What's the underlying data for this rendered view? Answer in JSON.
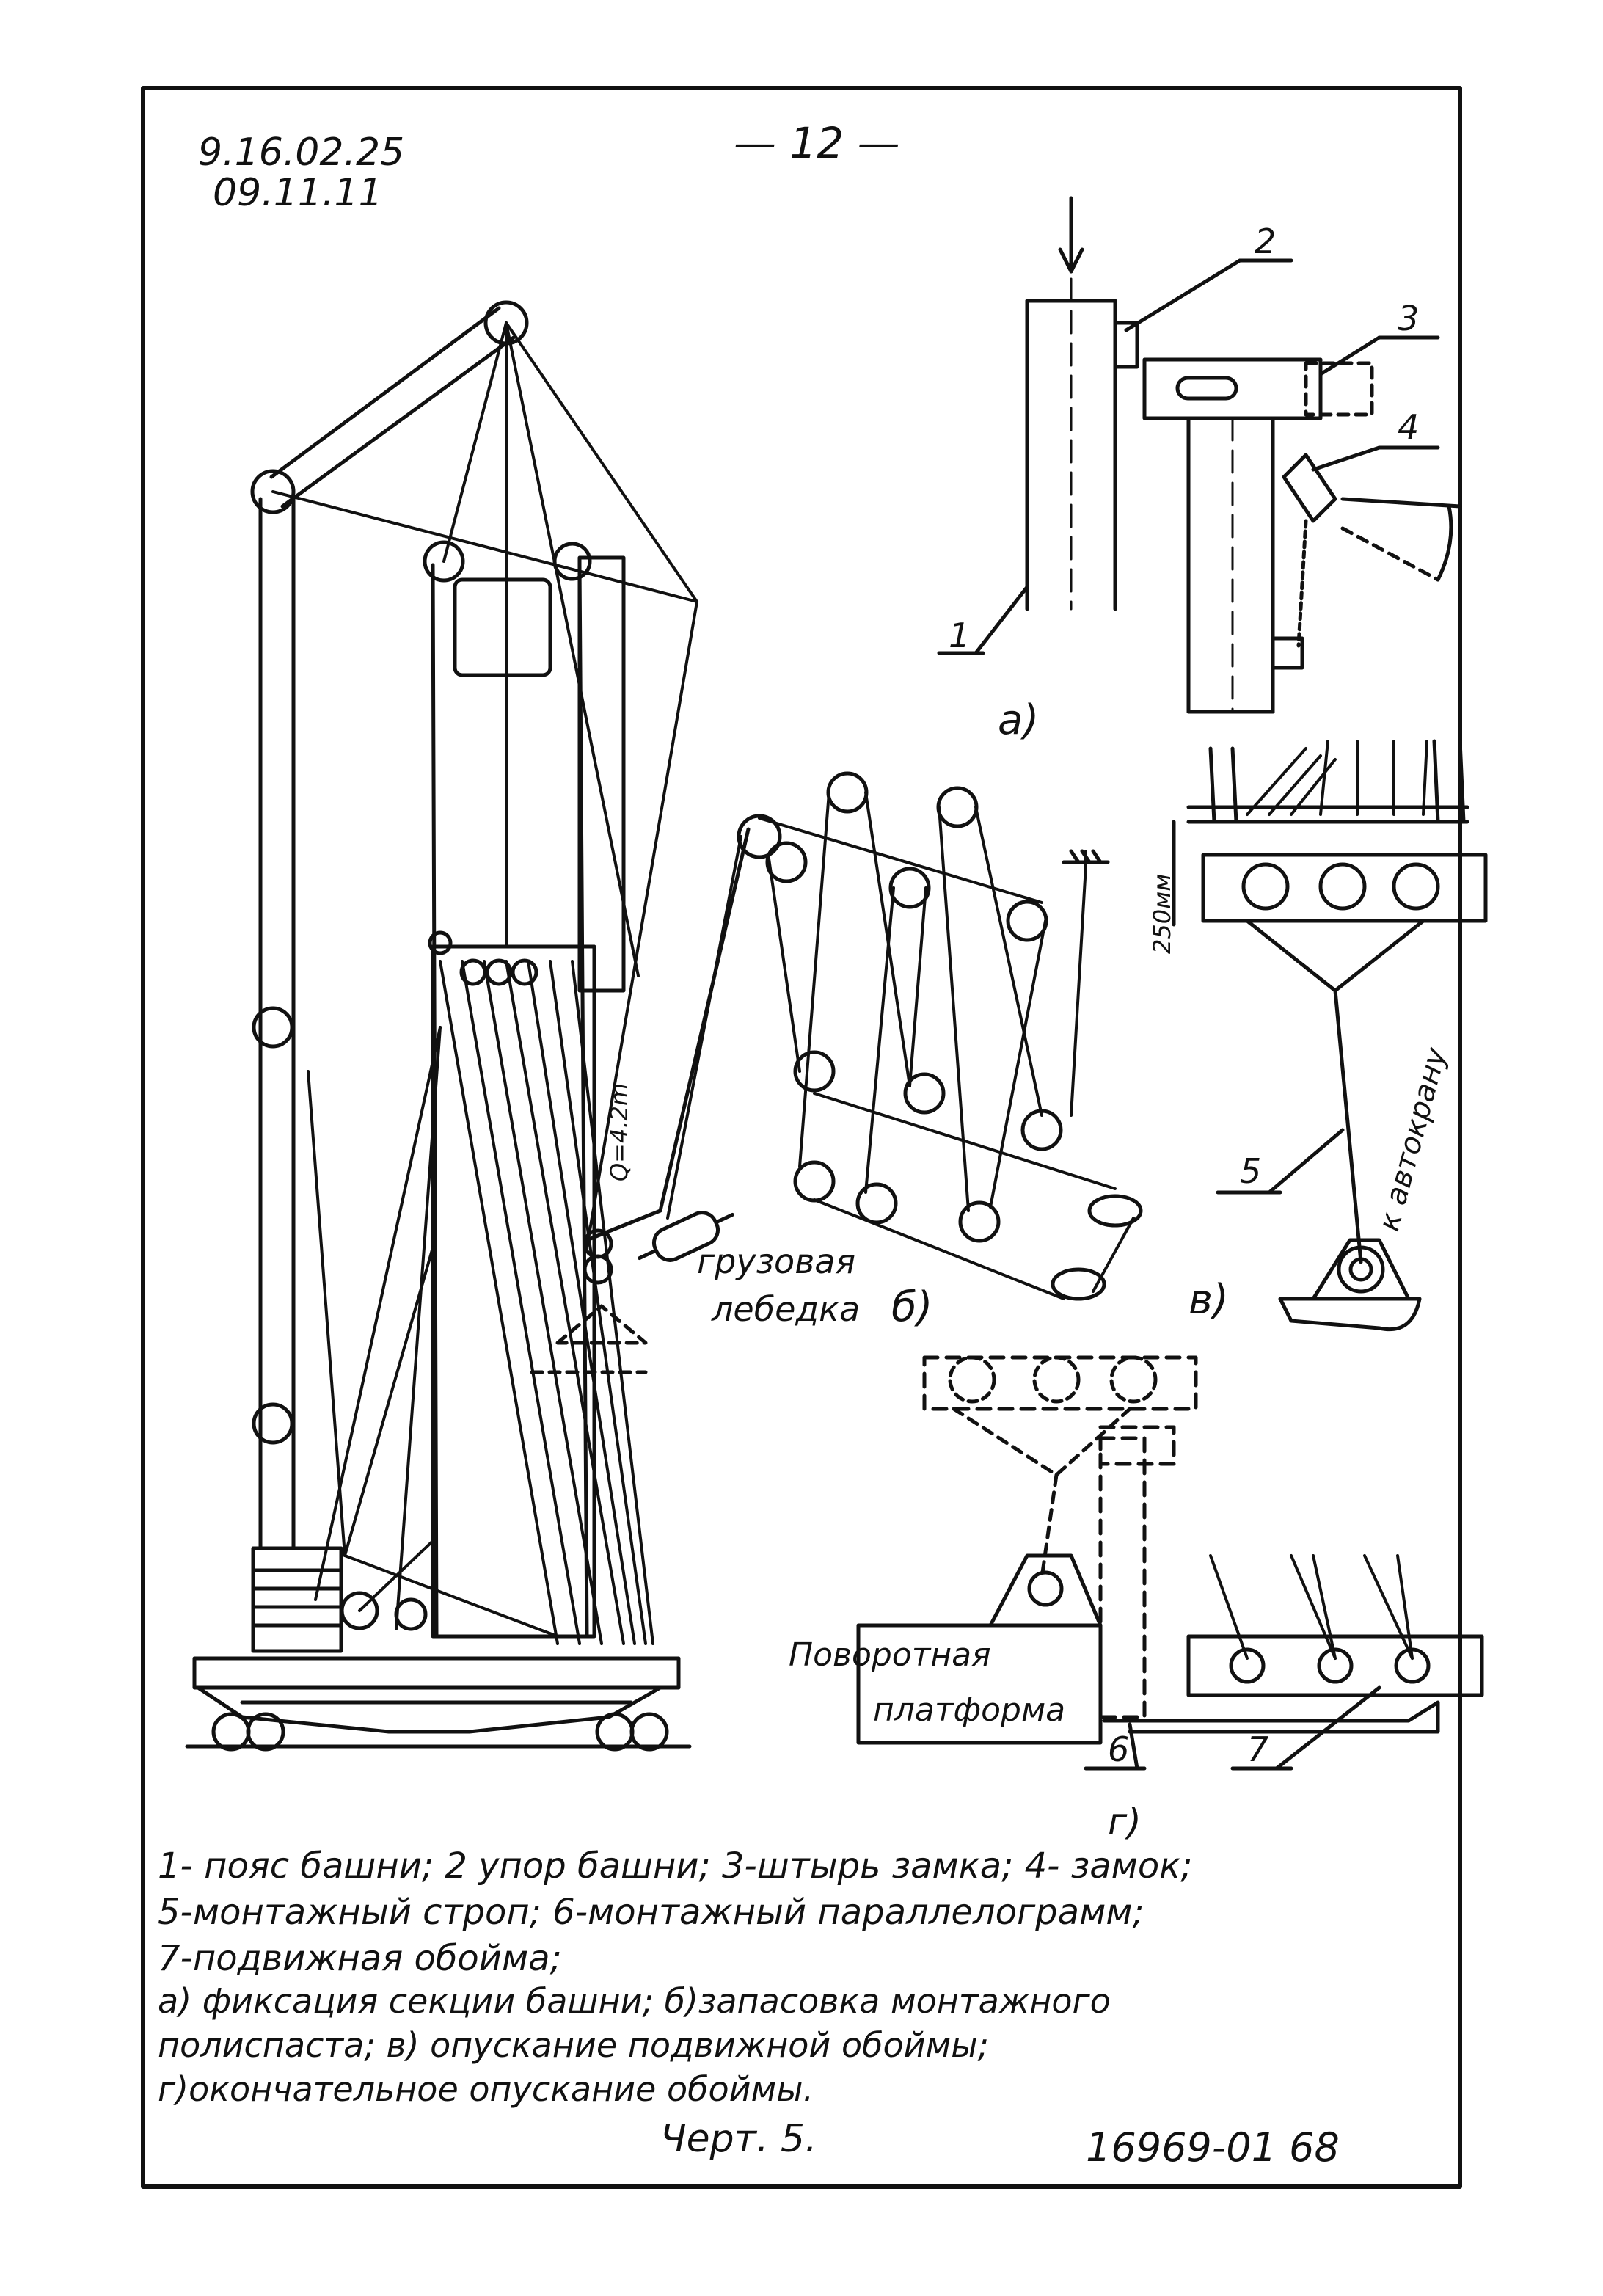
{
  "header": {
    "page_number": "— 12 —",
    "code_line1": "9.16.02.25",
    "code_line2": "09.11.11"
  },
  "labels": {
    "winch_line1": "грузовая",
    "winch_line2": "лебедка",
    "rope_dim": "Q=4.2m",
    "turn_platform_line1": "Поворотная",
    "turn_platform_line2": "платформа",
    "to_crane": "к автокрану",
    "dim_250": "250мм"
  },
  "callouts": {
    "n1": "1",
    "n2": "2",
    "n3": "3",
    "n4": "4",
    "n5": "5",
    "n6": "6",
    "n7": "7"
  },
  "subfigures": {
    "a": "а)",
    "b": "б)",
    "v": "в)",
    "g": "г)"
  },
  "legend": {
    "line1": "1- пояс башни; 2 упор башни; 3-штырь замка; 4- замок;",
    "line2": "5-монтажный строп; 6-монтажный параллелограмм;",
    "line3": "7-подвижная обойма;",
    "line4": "а) фиксация секции башни; б)запасовка монтажного",
    "line5": "полиспаста; в) опускание подвижной обоймы;",
    "line6": "г)окончательное опускание обоймы."
  },
  "figure_title": "Черт. 5.",
  "doc_number": "16969-01  68"
}
